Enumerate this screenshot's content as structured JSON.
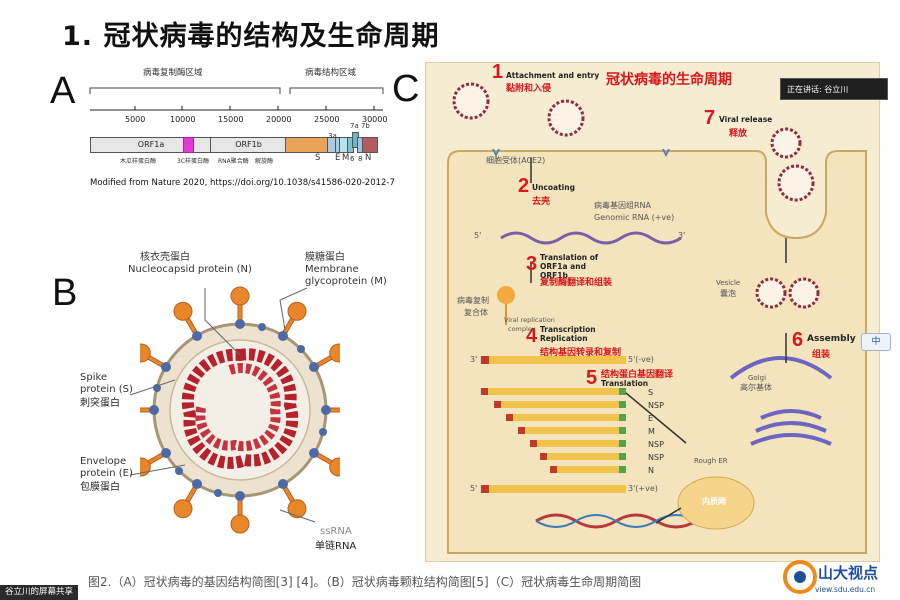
{
  "slide": {
    "title": "1. 冠状病毒的结构及生命周期",
    "letter_a": "A",
    "letter_b": "B",
    "letter_c": "C"
  },
  "panel_a": {
    "regions": {
      "replicase": "病毒复制酶区域",
      "structural": "病毒结构区域"
    },
    "ticks": [
      "5000",
      "10000",
      "15000",
      "20000",
      "25000",
      "30000"
    ],
    "genes": {
      "orf1a": "ORF1a",
      "orf1b": "ORF1b",
      "s": "S",
      "e": "E",
      "m": "M",
      "six": "6",
      "eight": "8",
      "n": "N",
      "7a7b": "7a 7b",
      "3a": "3a"
    },
    "sub_labels": {
      "papain": "木瓜样蛋白酶",
      "3cl": "3C样蛋白酶",
      "rdrp": "RNA聚合酶",
      "helicase": "解旋酶"
    },
    "citation": "Modified from Nature 2020, https://doi.org/10.1038/s41586-020-2012-7"
  },
  "panel_b": {
    "nucleocapsid": {
      "cn": "核衣壳蛋白",
      "en": "Nucleocapsid protein (N)"
    },
    "membrane": {
      "cn": "膜糖蛋白",
      "en1": "Membrane",
      "en2": "glycoprotein (M)"
    },
    "spike": {
      "en1": "Spike",
      "en2": "protein (S)",
      "cn": "刺突蛋白"
    },
    "envelope": {
      "en1": "Envelope",
      "en2": "protein (E)",
      "cn": "包膜蛋白"
    },
    "ssrna": {
      "en": "ssRNA",
      "cn": "单链RNA"
    }
  },
  "panel_c": {
    "title": "冠状病毒的生命周期",
    "steps": [
      {
        "num": "1",
        "en": "Attachment and entry",
        "cn": "黏附和入侵"
      },
      {
        "num": "2",
        "en": "Uncoating",
        "cn": "去壳"
      },
      {
        "num": "3",
        "en": "Translation of ORF1a and ORF1b",
        "cn": "复制酶翻译和组装"
      },
      {
        "num": "4",
        "en": "Transcription Replication",
        "cn": "结构基因转录和复制"
      },
      {
        "num": "5",
        "en": "Translation",
        "cn": "结构蛋白基因翻译"
      },
      {
        "num": "6",
        "en": "Assembly",
        "cn": "组装"
      },
      {
        "num": "7",
        "en": "Viral release",
        "cn": "释放"
      }
    ],
    "labels": {
      "receptor": "细胞受体(ACE2)",
      "genomic_cn": "病毒基因组RNA",
      "genomic_en": "Genomic RNA (+ve)",
      "complex_cn1": "病毒复制",
      "complex_cn2": "复合体",
      "complex_en1": "Viral replication",
      "complex_en2": "complex",
      "vesicle_en": "Vesicle",
      "vesicle_cn": "囊泡",
      "golgi_en": "Golgi",
      "golgi_cn": "高尔基体",
      "rough_er": "Rough ER",
      "er_cn": "内质网",
      "five_prime": "5'",
      "three_prime": "3'",
      "neg_end": "5'(-ve)",
      "pos_end": "3'(+ve)",
      "proteins": [
        "S",
        "NSP",
        "E",
        "M",
        "NSP",
        "NSP",
        "N"
      ]
    }
  },
  "ui": {
    "speaker": "正在讲话: 谷立川",
    "share": "谷立川的屏幕共享",
    "caption": "图2.（A）冠状病毒的基因结构简图[3] [4]。（B）冠状病毒颗粒结构简图[5]（C）冠状病毒生命周期简图",
    "watermark": "山大视点",
    "watermark_url": "view.sdu.edu.cn",
    "side_icon": "中"
  },
  "colors": {
    "accent_red": "#d8181c",
    "panel_bg": "#f6ecd2",
    "spike_orange": "#e8862a",
    "nucleocapsid_red": "#b5222c",
    "watermark_blue": "#1e4f9c"
  }
}
